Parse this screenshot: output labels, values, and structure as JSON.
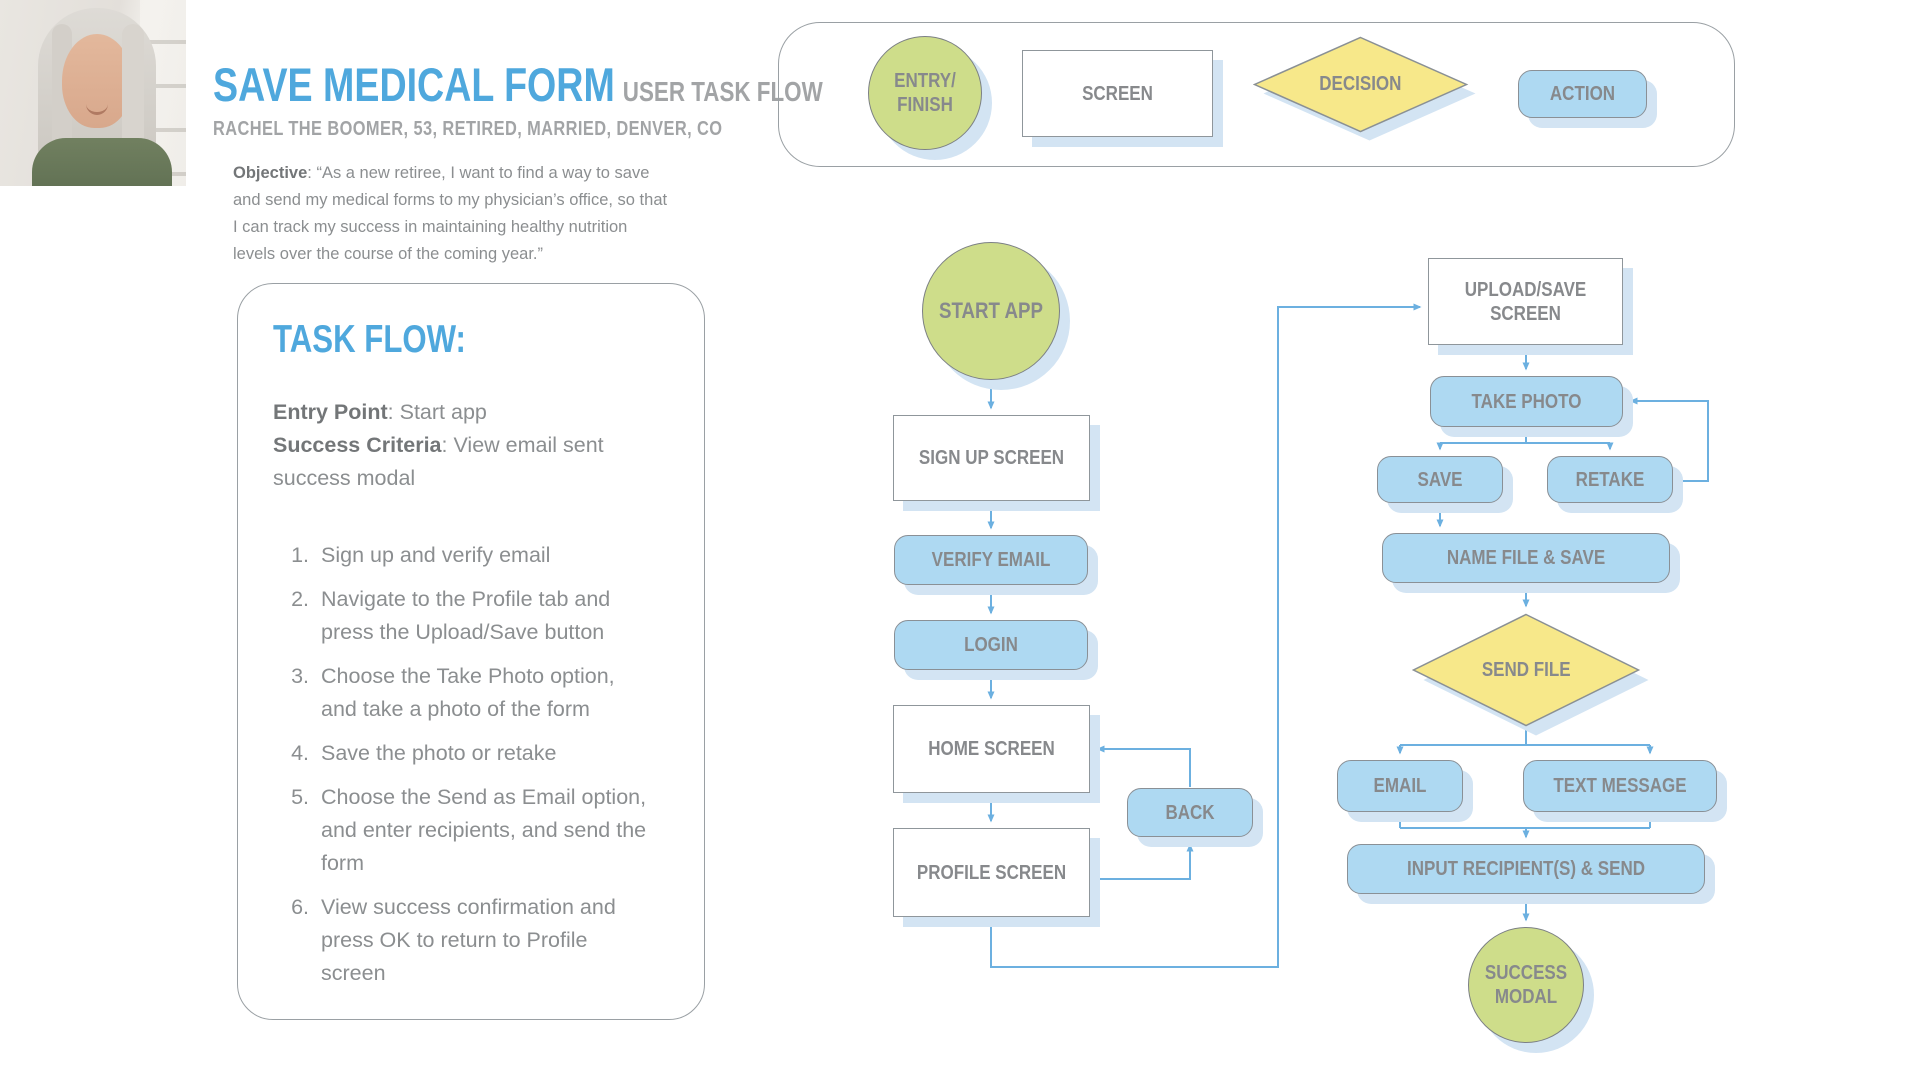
{
  "colors": {
    "accent_blue_title": "#4fa8dd",
    "node_action_fill": "#aed9f2",
    "node_entry_fill": "#cedd8a",
    "node_decision_fill": "#f7e88a",
    "node_screen_fill": "#ffffff",
    "connector_blue": "#6cb0e0",
    "shadow_blue": "#d3e4f3",
    "text_gray": "#87898c"
  },
  "header": {
    "title": "SAVE MEDICAL FORM",
    "title_suffix": "USER TASK FLOW",
    "persona": "RACHEL THE BOOMER, 53, RETIRED, MARRIED, DENVER, CO",
    "objective_label": "Objective",
    "objective_text": ": “As a new retiree, I want to find a way to save and send my medical forms to my physician’s office, so that I can track my success in maintaining healthy nutrition levels over the course of the coming year.”"
  },
  "task_panel": {
    "heading": "TASK FLOW:",
    "entry_point_label": "Entry Point",
    "entry_point_value": ": Start app",
    "success_label": "Success Criteria",
    "success_value": ": View email sent success modal",
    "steps": [
      "Sign up and verify email",
      "Navigate to the Profile tab and press the Upload/Save button",
      "Choose the Take Photo option, and take a photo of the form",
      "Save the photo or retake",
      "Choose the Send as Email option, and enter recipients, and send the form",
      "View success confirmation and press OK to return to Profile screen"
    ]
  },
  "legend": {
    "items": [
      {
        "shape": "circle",
        "label": "ENTRY/ FINISH"
      },
      {
        "shape": "screen",
        "label": "SCREEN"
      },
      {
        "shape": "decision",
        "label": "DECISION"
      },
      {
        "shape": "action",
        "label": "ACTION"
      }
    ]
  },
  "flow": {
    "nodes": [
      {
        "id": "start-app",
        "type": "entry",
        "label": "START APP"
      },
      {
        "id": "sign-up-screen",
        "type": "screen",
        "label": "SIGN UP SCREEN"
      },
      {
        "id": "verify-email",
        "type": "action",
        "label": "VERIFY EMAIL"
      },
      {
        "id": "login",
        "type": "action",
        "label": "LOGIN"
      },
      {
        "id": "home-screen",
        "type": "screen",
        "label": "HOME SCREEN"
      },
      {
        "id": "profile-screen",
        "type": "screen",
        "label": "PROFILE SCREEN"
      },
      {
        "id": "back",
        "type": "action",
        "label": "BACK"
      },
      {
        "id": "upload-save-screen",
        "type": "screen",
        "label": "UPLOAD/SAVE SCREEN"
      },
      {
        "id": "take-photo",
        "type": "action",
        "label": "TAKE PHOTO"
      },
      {
        "id": "save",
        "type": "action",
        "label": "SAVE"
      },
      {
        "id": "retake",
        "type": "action",
        "label": "RETAKE"
      },
      {
        "id": "name-file-save",
        "type": "action",
        "label": "NAME FILE & SAVE"
      },
      {
        "id": "send-file",
        "type": "decision",
        "label": "SEND FILE"
      },
      {
        "id": "email",
        "type": "action",
        "label": "EMAIL"
      },
      {
        "id": "text-message",
        "type": "action",
        "label": "TEXT MESSAGE"
      },
      {
        "id": "input-recipients-send",
        "type": "action",
        "label": "INPUT RECIPIENT(S) & SEND"
      },
      {
        "id": "success-modal",
        "type": "entry",
        "label": "SUCCESS MODAL"
      }
    ]
  }
}
